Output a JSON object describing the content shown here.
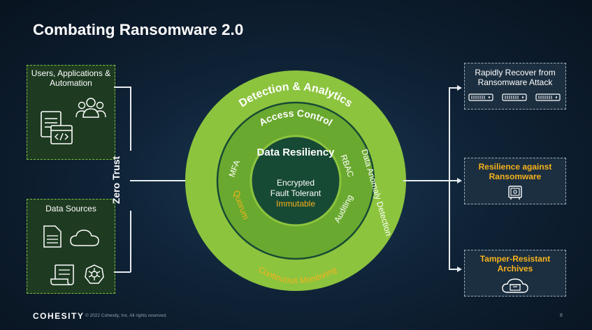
{
  "title": "Combating Ransomware 2.0",
  "left_boxes": {
    "users": "Users, Applications & Automation",
    "data_sources": "Data Sources"
  },
  "zero_trust": "Zero Trust",
  "rings": {
    "outer_label": "Detection & Analytics",
    "outer_side": "Data Anomaly Detection",
    "middle_label": "Access Control",
    "mfa": "MFA",
    "rbac": "RBAC",
    "quorum": "Quorum",
    "auditing": "Auditing",
    "continuous_monitoring": "Continuous Monitoring",
    "core_title": "Data Resiliency",
    "core_encrypted": "Encrypted",
    "core_fault_tolerant": "Fault Tolerant",
    "core_immutable": "Immutable"
  },
  "right_boxes": {
    "recover": "Rapidly Recover from Ransomware Attack",
    "resilience": "Resilience against Ransomware",
    "archives": "Tamper-Resistant Archives"
  },
  "footer": {
    "logo": "COHESITY",
    "copyright": "© 2022 Cohesity, Inc. All rights reserved.",
    "page": "8"
  },
  "colors": {
    "outer_ring": "#8cc43e",
    "middle_ring": "#6aa92f",
    "core": "#174a35",
    "accent_gold": "#f6b21b",
    "box_border_green": "#7fc242"
  },
  "icons": [
    "document-code-icon",
    "users-icon",
    "document-icon",
    "cloud-icon",
    "scroll-icon",
    "kubernetes-icon",
    "server-icon",
    "safe-icon",
    "archive-cloud-icon"
  ]
}
